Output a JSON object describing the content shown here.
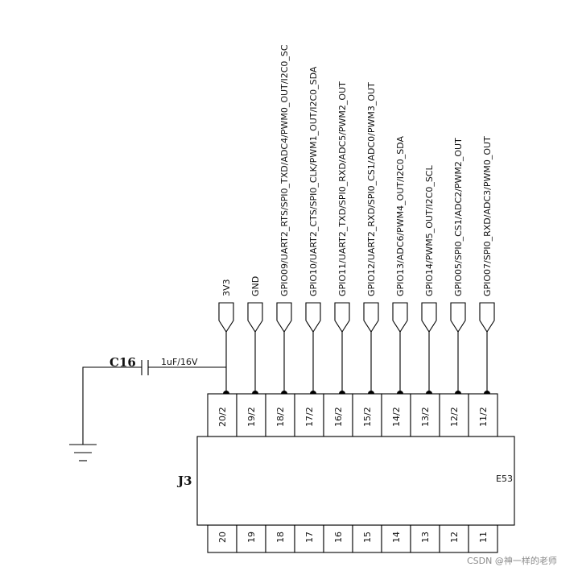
{
  "schematic": {
    "connector": {
      "ref": "J3",
      "part": "E53",
      "pins": [
        {
          "num": "20",
          "sub": "20/2",
          "net": "3V3"
        },
        {
          "num": "19",
          "sub": "19/2",
          "net": "GND"
        },
        {
          "num": "18",
          "sub": "18/2",
          "net": "GPIO09/UART2_RTS/SPI0_TXD/ADC4/PWM0_OUT/I2C0_SC"
        },
        {
          "num": "17",
          "sub": "17/2",
          "net": "GPIO10/UART2_CTS/SPI0_CLK/PWM1_OUT/I2C0_SDA"
        },
        {
          "num": "16",
          "sub": "16/2",
          "net": "GPIO11/UART2_TXD/SPI0_RXD/ADC5/PWM2_OUT"
        },
        {
          "num": "15",
          "sub": "15/2",
          "net": "GPIO12/UART2_RXD/SPI0_CS1/ADC0/PWM3_OUT"
        },
        {
          "num": "14",
          "sub": "14/2",
          "net": "GPIO13/ADC6/PWM4_OUT/I2C0_SDA"
        },
        {
          "num": "13",
          "sub": "13/2",
          "net": "GPIO14/PWM5_OUT/I2C0_SCL"
        },
        {
          "num": "12",
          "sub": "12/2",
          "net": "GPIO05/SPI0_CS1/ADC2/PWM2_OUT"
        },
        {
          "num": "11",
          "sub": "11/2",
          "net": "GPIO07/SPI0_RXD/ADC3/PWM0_OUT"
        }
      ]
    },
    "capacitor": {
      "ref": "C16",
      "value": "1uF/16V"
    }
  },
  "watermark": "CSDN @神一样的老师"
}
